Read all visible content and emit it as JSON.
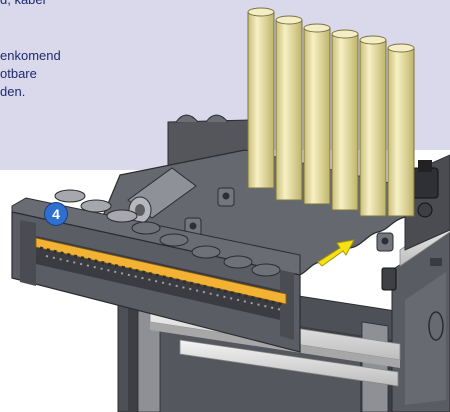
{
  "captions": {
    "line0": "d, kabel",
    "line1": "enkomend",
    "line2": "otbare",
    "line3": "den."
  },
  "step_badge": "4",
  "colors": {
    "panel_background": "#dad9ec",
    "caption_text": "#1e2a6e",
    "badge": "#2f6fd0",
    "housing": "#5d5f66",
    "tubes": "#ece3a4",
    "terminal_strip": "#f2b233",
    "arrow": "#f6e214"
  },
  "icons": [
    "insertion-arrow-icon",
    "cable-gland-icon"
  ]
}
